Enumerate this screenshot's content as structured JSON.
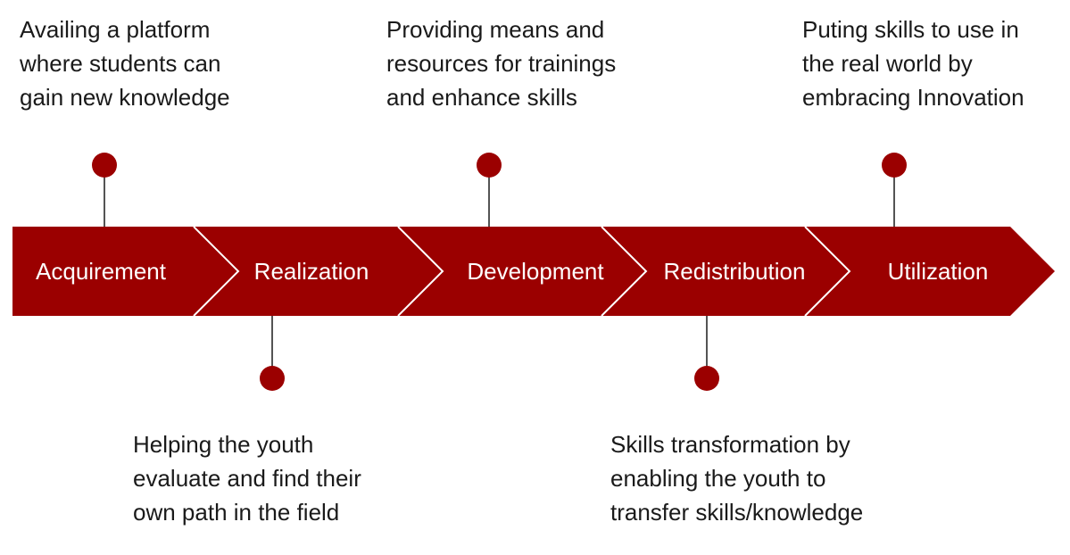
{
  "colors": {
    "accent": "#9b0000",
    "divider": "#ffffff",
    "connector": "#1a1a1a",
    "text": "#1a1a1a"
  },
  "stages": [
    {
      "label": "Acquirement"
    },
    {
      "label": "Realization"
    },
    {
      "label": "Development"
    },
    {
      "label": "Redistribution"
    },
    {
      "label": "Utilization"
    }
  ],
  "descriptions": {
    "acquirement": [
      "Availing a platform",
      "where students can",
      "gain new knowledge"
    ],
    "realization": [
      "Helping the youth",
      "evaluate and find their",
      "own path in the field"
    ],
    "development": [
      "Providing means and",
      "resources for trainings",
      "and enhance skills"
    ],
    "redistribution": [
      "Skills transformation by",
      "enabling the youth to",
      "transfer skills/knowledge"
    ],
    "utilization": [
      "Puting skills to use in",
      "the real world by",
      "embracing Innovation"
    ]
  }
}
